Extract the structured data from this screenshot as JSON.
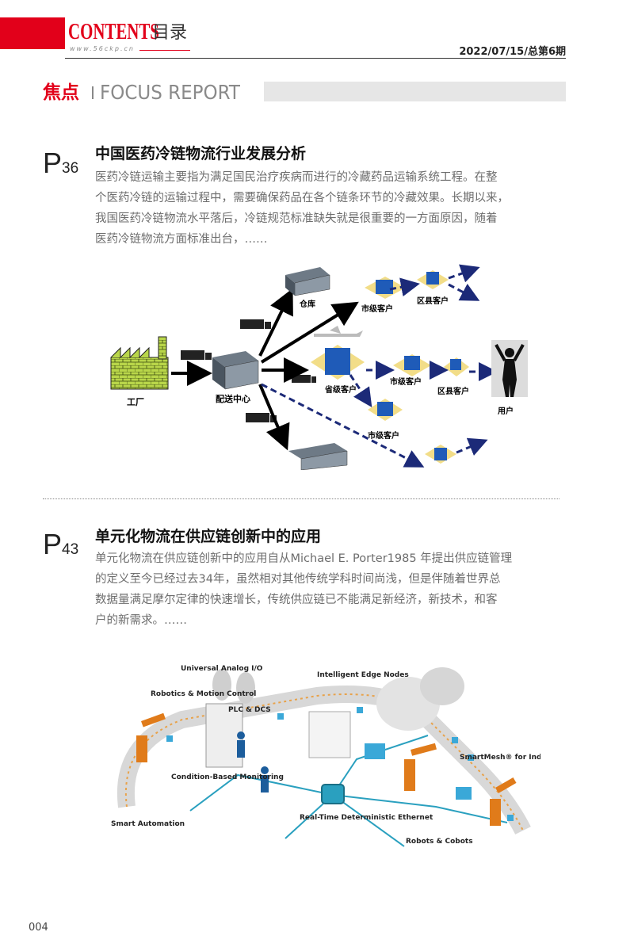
{
  "header": {
    "contents": "CONTENTS",
    "mulu": "目录",
    "url": "www.56ckp.cn",
    "date_issue": "2022/07/15/总第6期"
  },
  "section": {
    "title_zh": "焦点",
    "title_en": "FOCUS REPORT"
  },
  "articles": [
    {
      "page_letter": "P",
      "page_no": "36",
      "title": "中国医药冷链物流行业发展分析",
      "lines": [
        "医药冷链运输主要指为满足国民治疗疾病而进行的冷藏药品运输系统工程。在整",
        "个医药冷链的运输过程中，需要确保药品在各个链条环节的冷藏效果。长期以来，",
        "我国医药冷链物流水平落后，冷链规范标准缺失就是很重要的一方面原因，随着",
        "医药冷链物流方面标准出台，……"
      ],
      "diagram": {
        "factory": "工厂",
        "dc": "配送中心",
        "warehouse": "仓库",
        "city_customer": "市级客户",
        "county_customer": "区县客户",
        "province_customer": "省级客户",
        "user": "用户"
      }
    },
    {
      "page_letter": "P",
      "page_no": "43",
      "title": "单元化物流在供应链创新中的应用",
      "lines": [
        "单元化物流在供应链创新中的应用自从Michael E. Porter1985 年提出供应链管理",
        "的定义至今已经过去34年，虽然相对其他传统学科时间尚浅，但是伴随着世界总",
        "数据量满足摩尔定律的快速增长，传统供应链已不能满足新经济，新技术，和客",
        "户的新需求。……"
      ],
      "illustration": {
        "universal_analog": "Universal Analog I/O",
        "intelligent_edge": "Intelligent Edge Nodes",
        "robotics_motion": "Robotics & Motion Control",
        "plc_dcs": "PLC & DCS",
        "condition_based": "Condition-Based Monitoring",
        "smartmesh": "SmartMesh® for Industrial",
        "smart_automation": "Smart Automation",
        "realtime": "Real-Time Deterministic Ethernet",
        "robots": "Robots & Cobots"
      }
    }
  ],
  "page_number": "004",
  "colors": {
    "brand_red": "#e2001a",
    "navy": "#1c2a78",
    "teal": "#2aa0bf"
  }
}
